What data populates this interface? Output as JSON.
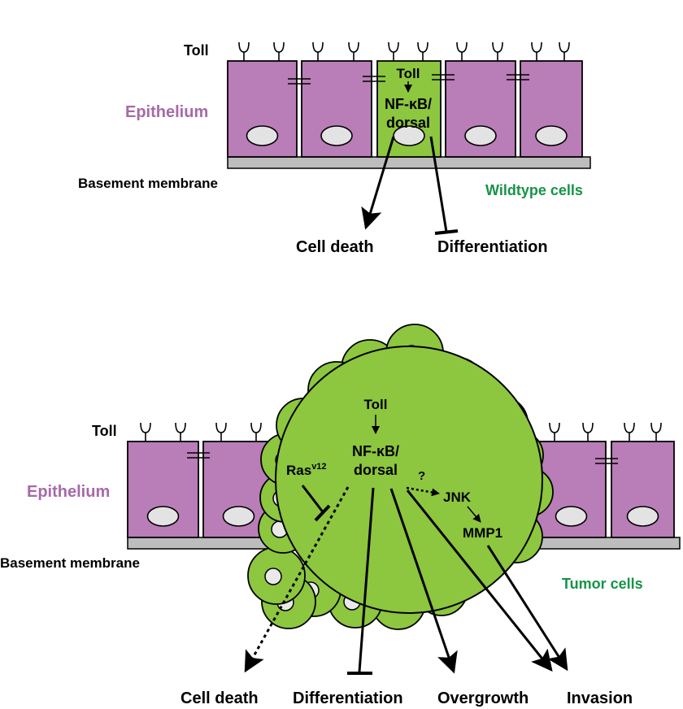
{
  "colors": {
    "epithelium": "#b97db7",
    "epithelium_text": "#a66aa8",
    "green_cell": "#8dc63f",
    "green_text": "#159447",
    "membrane": "#bdbdbd",
    "nucleus": "#e3e3e3",
    "outline": "#000000"
  },
  "top": {
    "toll_label": "Toll",
    "epithelium_label": "Epithelium",
    "membrane_label": "Basement membrane",
    "cells_label": "Wildtype cells",
    "cell_toll": "Toll",
    "cell_nfkb": "NF-κB/",
    "cell_dorsal": "dorsal",
    "outcome_death": "Cell death",
    "outcome_diff": "Differentiation"
  },
  "bottom": {
    "toll_label": "Toll",
    "epithelium_label": "Epithelium",
    "membrane_label": "Basement membrane",
    "cells_label": "Tumor cells",
    "tumor_toll": "Toll",
    "tumor_nfkb": "NF-κB/",
    "tumor_dorsal": "dorsal",
    "ras": "Ras",
    "ras_sup": "v12",
    "question": "?",
    "jnk": "JNK",
    "mmp1": "MMP1",
    "outcome_death": "Cell death",
    "outcome_diff": "Differentiation",
    "outcome_overgrowth": "Overgrowth",
    "outcome_invasion": "Invasion"
  }
}
